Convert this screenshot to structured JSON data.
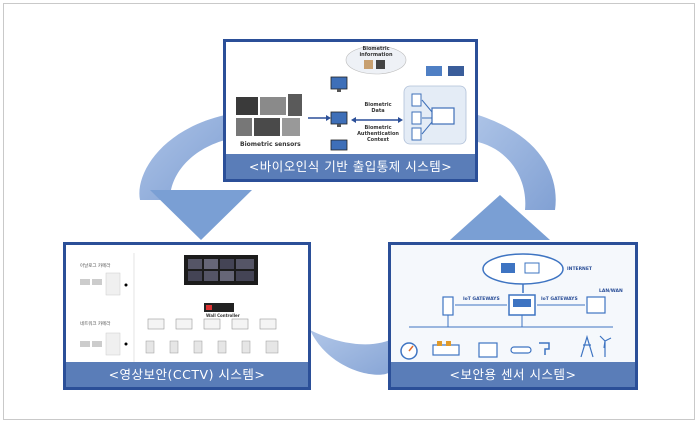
{
  "panels": {
    "biometric": {
      "caption": "<바이오인식 기반 출입통제 시스템>",
      "labels": {
        "sensors": "Biometric  sensors",
        "info": "Biometric information",
        "data": "Biometric Data",
        "auth": "Biometric Authentication Context"
      }
    },
    "cctv": {
      "caption": "<영상보안(CCTV) 시스템>",
      "labels": {
        "analog_cam": "아날로그 카메라",
        "network_cam": "네트워크 카메라",
        "wall_controller": "Wall Controller"
      }
    },
    "iot": {
      "caption": "<보안용 센서 시스템>",
      "labels": {
        "internet": "INTERNET",
        "gateway_left": "IoT GATEWAYS",
        "gateway_right": "IoT GATEWAYS",
        "lan_wan": "LAN/WAN"
      }
    }
  },
  "colors": {
    "panel_border": "#2b4f98",
    "caption_bg": "#5a7db8",
    "arrow": "#7a9fd4"
  }
}
